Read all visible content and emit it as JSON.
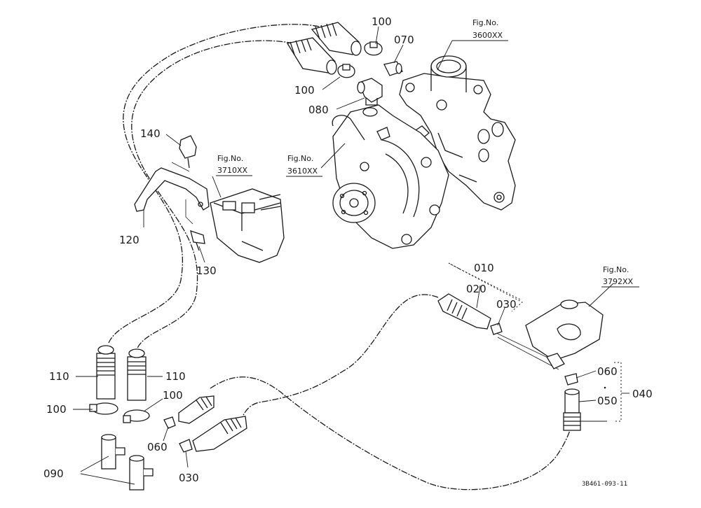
{
  "diagram": {
    "code": "3B461-093-11",
    "callouts": {
      "p010": "010",
      "p020": "020",
      "p030a": "030",
      "p030b": "030",
      "p040": "040",
      "p050": "050",
      "p060a": "060",
      "p060b": "060",
      "p070": "070",
      "p080": "080",
      "p090": "090",
      "p100a": "100",
      "p100b": "100",
      "p100c": "100",
      "p100d": "100",
      "p110a": "110",
      "p110b": "110",
      "p120": "120",
      "p130": "130",
      "p140": "140"
    },
    "figrefs": {
      "f3600": {
        "label": "Fig.No.",
        "number": "3600XX"
      },
      "f3610": {
        "label": "Fig.No.",
        "number": "3610XX"
      },
      "f3710": {
        "label": "Fig.No.",
        "number": "3710XX"
      },
      "f3792": {
        "label": "Fig.No.",
        "number": "3792XX"
      }
    }
  }
}
